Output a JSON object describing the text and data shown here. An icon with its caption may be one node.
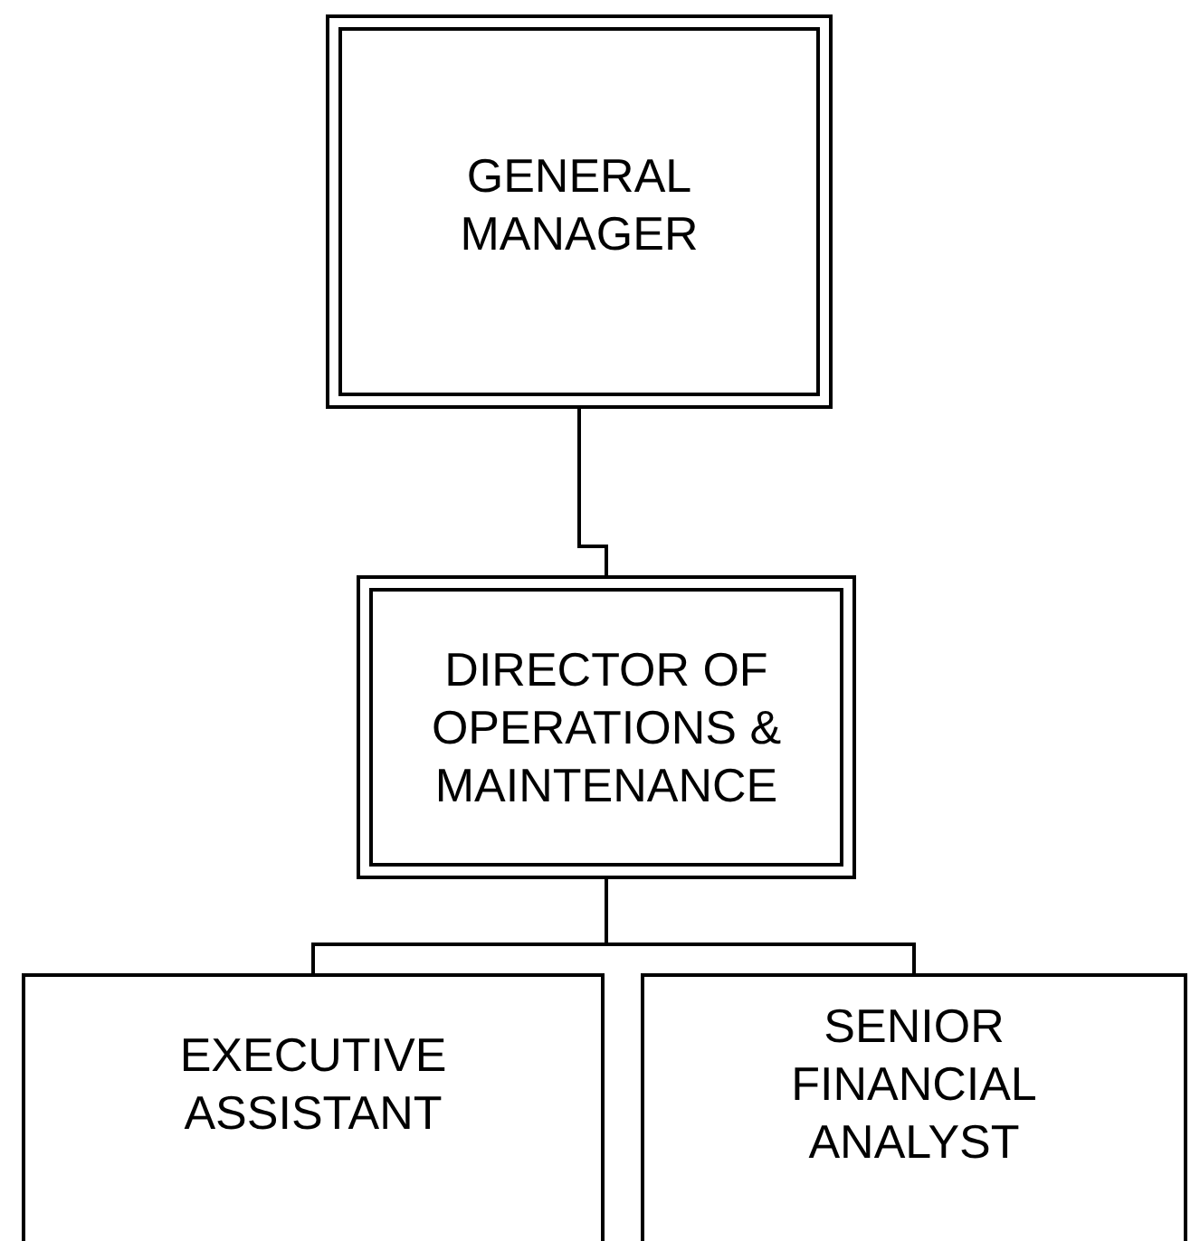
{
  "diagram": {
    "nodes": [
      {
        "text": [
          "GENERAL MANAGER"
        ]
      },
      {
        "text": [
          "DIRECTOR OF OPERATIONS & MAINTENANCE"
        ]
      },
      {
        "text": [
          "EXECUTIVE ASSISTANT"
        ]
      },
      {
        "text": [
          "SENIOR FINANCIAL ANALYST"
        ]
      }
    ],
    "edges": [
      {
        "from": 0,
        "to": 1,
        "arrow": "none"
      },
      {
        "from": 1,
        "to": 2,
        "arrow": "none"
      },
      {
        "from": 1,
        "to": 3,
        "arrow": "none"
      }
    ]
  }
}
